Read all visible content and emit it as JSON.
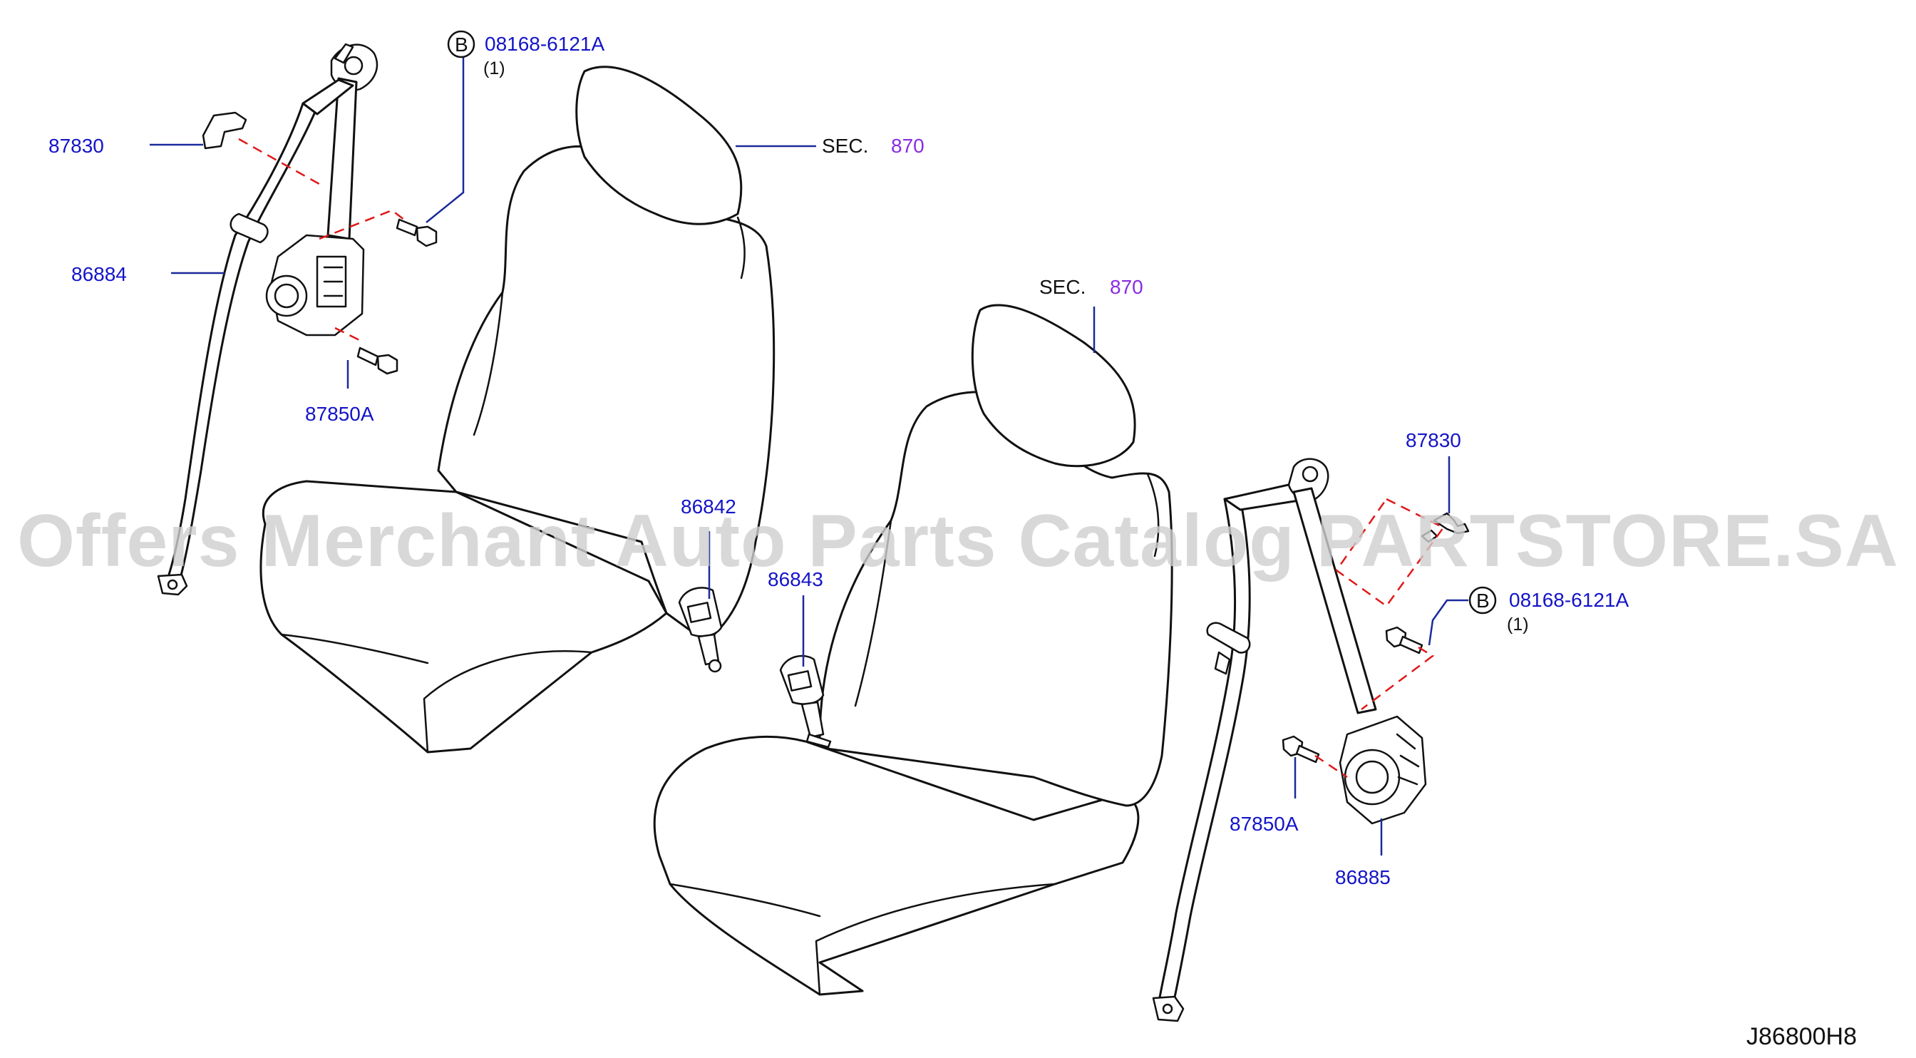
{
  "labels": {
    "p87830_left": "87830",
    "p86884": "86884",
    "p87850A_left": "87850A",
    "p08168_left": "08168-6121A",
    "qty_left": "(1)",
    "b_left": "B",
    "sec_left": "SEC.",
    "sec_left_num": "870",
    "sec_mid": "SEC.",
    "sec_mid_num": "870",
    "p86842": "86842",
    "p86843": "86843",
    "p87830_right": "87830",
    "p08168_right": "08168-6121A",
    "qty_right": "(1)",
    "b_right": "B",
    "p87850A_right": "87850A",
    "p86885": "86885",
    "diagram_code": "J86800H8"
  },
  "watermark": "Offers Merchant Auto Parts Catalog PARTSTORE.SA",
  "colors": {
    "part_number": "#1414c8",
    "reference": "#8a2be2",
    "leader": "#1a2a9a",
    "dashed_connector": "#e01818",
    "line_art": "#111111"
  }
}
